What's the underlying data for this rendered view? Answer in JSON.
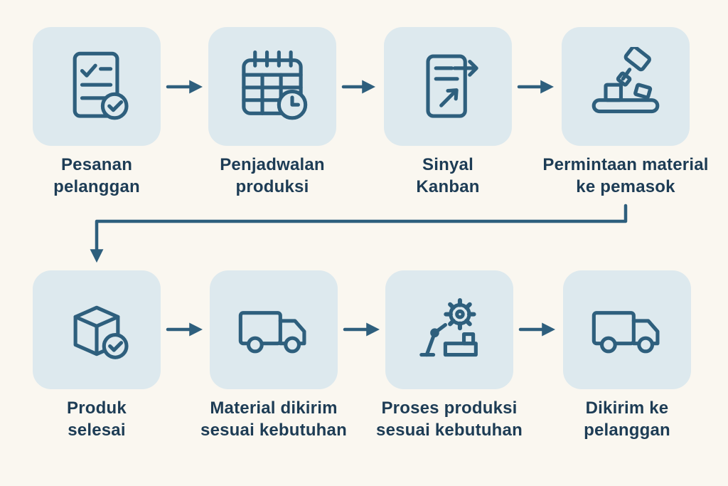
{
  "diagram": {
    "colors": {
      "bg": "#faf7f0",
      "tile": "#dde9ee",
      "icon": "#2e5f7d",
      "text": "#1d3c55",
      "arrow": "#2e5f7d"
    },
    "rows": [
      {
        "nodes": [
          {
            "icon": "document-check-icon",
            "line1": "Pesanan",
            "line2": "pelanggan"
          },
          {
            "icon": "calendar-clock-icon",
            "line1": "Penjadwalan",
            "line2": "produksi"
          },
          {
            "icon": "document-send-icon",
            "line1": "Sinyal",
            "line2": "Kanban"
          },
          {
            "icon": "robot-arm-conveyor-icon",
            "line1": "Permintaan material",
            "line2": "ke pemasok"
          }
        ]
      },
      {
        "nodes": [
          {
            "icon": "box-check-icon",
            "line1": "Produk",
            "line2": "selesai"
          },
          {
            "icon": "delivery-truck-icon",
            "line1": "Material dikirim",
            "line2": "sesuai kebutuhan"
          },
          {
            "icon": "gear-robot-arm-icon",
            "line1": "Proses produksi",
            "line2": "sesuai kebutuhan"
          },
          {
            "icon": "delivery-truck-icon",
            "line1": "Dikirim ke",
            "line2": "pelanggan"
          }
        ]
      }
    ]
  }
}
